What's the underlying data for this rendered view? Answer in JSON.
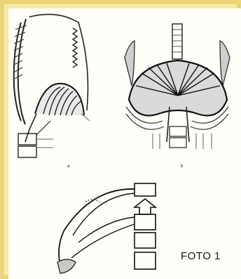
{
  "caption": "FOTO 1",
  "panel_a": "a",
  "panel_b": "b"
}
